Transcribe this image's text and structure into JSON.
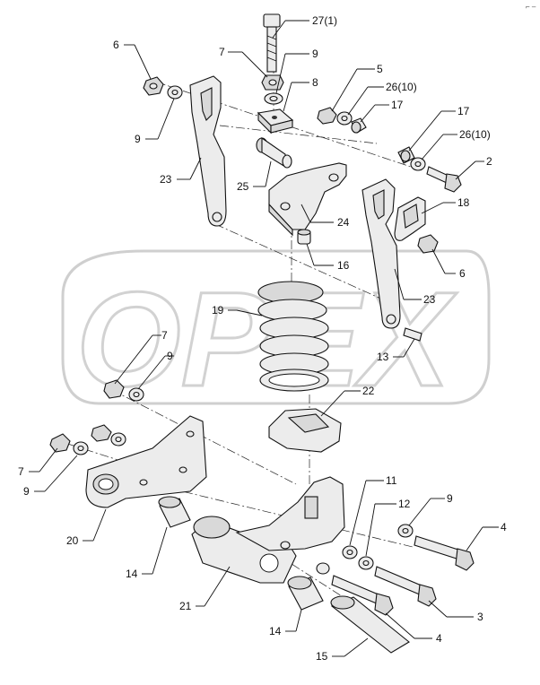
{
  "watermark": "OPEX",
  "corner_mark": "⌐ ‒",
  "callouts": [
    {
      "id": "c-27-1",
      "text": "27(1)"
    },
    {
      "id": "c-6-top",
      "text": "6"
    },
    {
      "id": "c-7-top",
      "text": "7"
    },
    {
      "id": "c-9-top",
      "text": "9"
    },
    {
      "id": "c-8",
      "text": "8"
    },
    {
      "id": "c-5",
      "text": "5"
    },
    {
      "id": "c-26-10-a",
      "text": "26(10)"
    },
    {
      "id": "c-17-a",
      "text": "17"
    },
    {
      "id": "c-9-left",
      "text": "9"
    },
    {
      "id": "c-17-b",
      "text": "17"
    },
    {
      "id": "c-26-10-b",
      "text": "26(10)"
    },
    {
      "id": "c-2",
      "text": "2"
    },
    {
      "id": "c-23-a",
      "text": "23"
    },
    {
      "id": "c-25",
      "text": "25"
    },
    {
      "id": "c-24",
      "text": "24"
    },
    {
      "id": "c-18",
      "text": "18"
    },
    {
      "id": "c-16",
      "text": "16"
    },
    {
      "id": "c-6-right",
      "text": "6"
    },
    {
      "id": "c-23-b",
      "text": "23"
    },
    {
      "id": "c-19",
      "text": "19"
    },
    {
      "id": "c-7-mid",
      "text": "7"
    },
    {
      "id": "c-9-mid",
      "text": "9"
    },
    {
      "id": "c-13",
      "text": "13"
    },
    {
      "id": "c-22",
      "text": "22"
    },
    {
      "id": "c-7-low",
      "text": "7"
    },
    {
      "id": "c-9-low",
      "text": "9"
    },
    {
      "id": "c-11",
      "text": "11"
    },
    {
      "id": "c-12",
      "text": "12"
    },
    {
      "id": "c-9-right",
      "text": "9"
    },
    {
      "id": "c-4-a",
      "text": "4"
    },
    {
      "id": "c-20",
      "text": "20"
    },
    {
      "id": "c-14-a",
      "text": "14"
    },
    {
      "id": "c-21",
      "text": "21"
    },
    {
      "id": "c-3",
      "text": "3"
    },
    {
      "id": "c-14-b",
      "text": "14"
    },
    {
      "id": "c-4-b",
      "text": "4"
    },
    {
      "id": "c-15",
      "text": "15"
    }
  ]
}
